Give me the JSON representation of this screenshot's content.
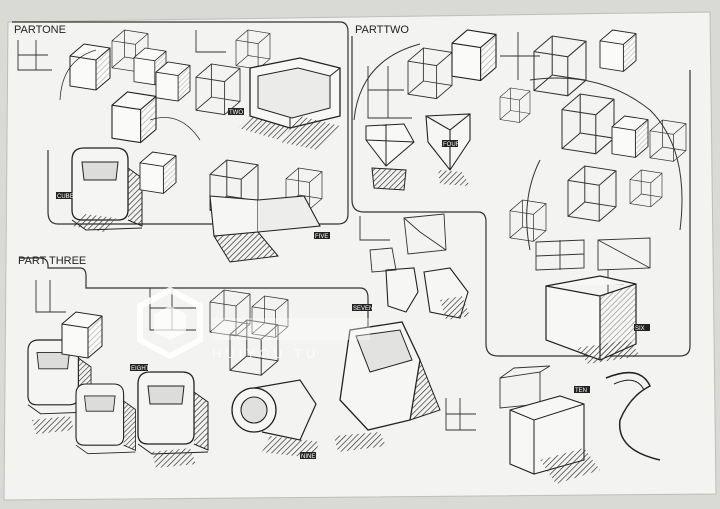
{
  "sections": [
    {
      "id": "part-one",
      "label": "PARTONE"
    },
    {
      "id": "part-two",
      "label": "PARTTWO"
    },
    {
      "id": "part-three",
      "label": "PART THREE"
    }
  ],
  "tags": [
    "CUBE",
    "TWO",
    "FOUR",
    "FIVE",
    "SIX",
    "SEVEN",
    "EIGHT",
    "NINE",
    "TEN"
  ],
  "watermark": {
    "subtitle": "HUIYOU TU",
    "fill": "#ffffff"
  },
  "colors": {
    "paper": "#f3f3f1",
    "ink": "#222222",
    "shadow": "#3a3a3a",
    "background": "#d9d9d6"
  }
}
